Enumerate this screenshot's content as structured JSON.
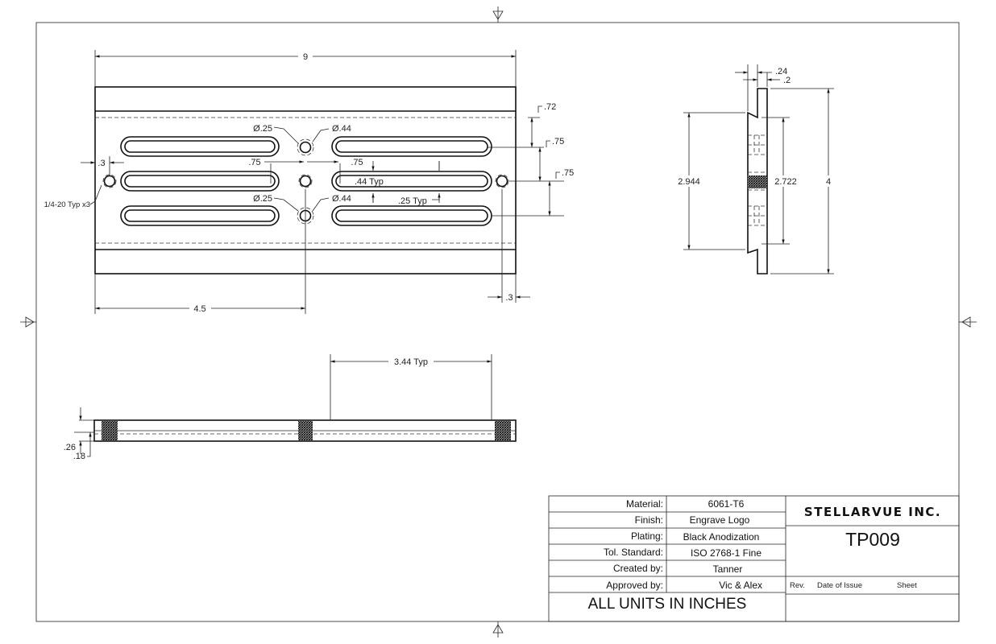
{
  "top_view": {
    "overall_length": "9",
    "half_length": "4.5",
    "edge_offset_left": ".3",
    "edge_offset_right": ".3",
    "small_hole_top": "Ø.25",
    "counterbore_top": "Ø.44",
    "small_hole_bottom": "Ø.25",
    "counterbore_bottom": "Ø.44",
    "gap_left": ".75",
    "gap_right": ".75",
    "slot_width": ".44 Typ",
    "slot_gap": ".25 Typ",
    "thread_note": "1/4-20 Typ x3",
    "offset_72": ".72",
    "pitch_1": ".75",
    "pitch_2": ".75"
  },
  "side_view": {
    "thickness_total": ".24",
    "thickness_plate": ".2",
    "dovetail_outer": "2.944",
    "dovetail_inner": "2.722",
    "overall_width": "4"
  },
  "front_view": {
    "hole_spacing": "3.44 Typ",
    "depth_1": ".26",
    "depth_2": ".18"
  },
  "title_block": {
    "rows": [
      {
        "label": "Material:",
        "value": "6061-T6"
      },
      {
        "label": "Finish:",
        "value": "Engrave Logo"
      },
      {
        "label": "Plating:",
        "value": "Black Anodization"
      },
      {
        "label": "Tol. Standard:",
        "value": "ISO 2768-1 Fine"
      },
      {
        "label": "Created by:",
        "value": "Tanner"
      },
      {
        "label": "Approved by:",
        "value": "Vic & Alex"
      }
    ],
    "units_note": "ALL UNITS IN INCHES",
    "company": "STELLARVUE INC.",
    "part_number": "TP009",
    "rev_label": "Rev.",
    "date_label": "Date of Issue",
    "sheet_label": "Sheet"
  }
}
